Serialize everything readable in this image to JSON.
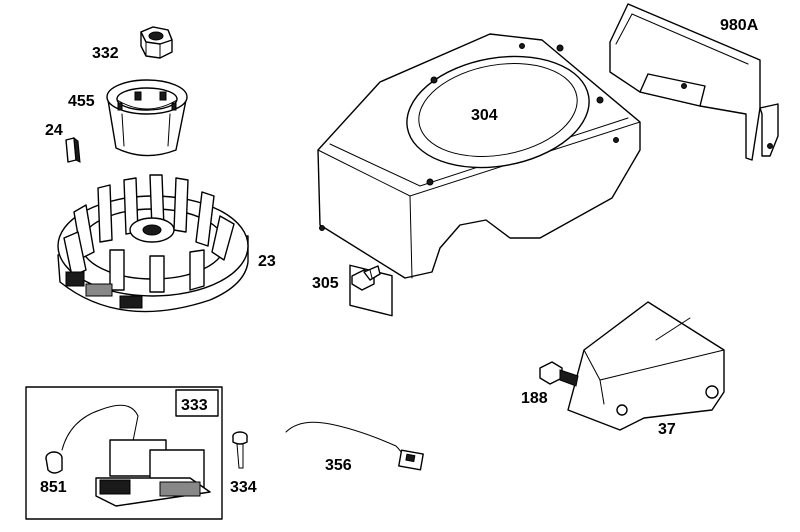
{
  "parts": [
    {
      "id": "p332",
      "label": "332",
      "name": "Nut"
    },
    {
      "id": "p455",
      "label": "455",
      "name": "Starter cup"
    },
    {
      "id": "p24",
      "label": "24",
      "name": "Key"
    },
    {
      "id": "p23",
      "label": "23",
      "name": "Flywheel"
    },
    {
      "id": "p304",
      "label": "304",
      "name": "Blower housing"
    },
    {
      "id": "p980a",
      "label": "980A",
      "name": "Shield"
    },
    {
      "id": "p305",
      "label": "305",
      "name": "Screw"
    },
    {
      "id": "p188",
      "label": "188",
      "name": "Screw"
    },
    {
      "id": "p37",
      "label": "37",
      "name": "Bracket"
    },
    {
      "id": "p333",
      "label": "333",
      "name": "Armature"
    },
    {
      "id": "p851",
      "label": "851",
      "name": "Spark plug terminal"
    },
    {
      "id": "p334",
      "label": "334",
      "name": "Screw"
    },
    {
      "id": "p356",
      "label": "356",
      "name": "Ground wire"
    }
  ]
}
